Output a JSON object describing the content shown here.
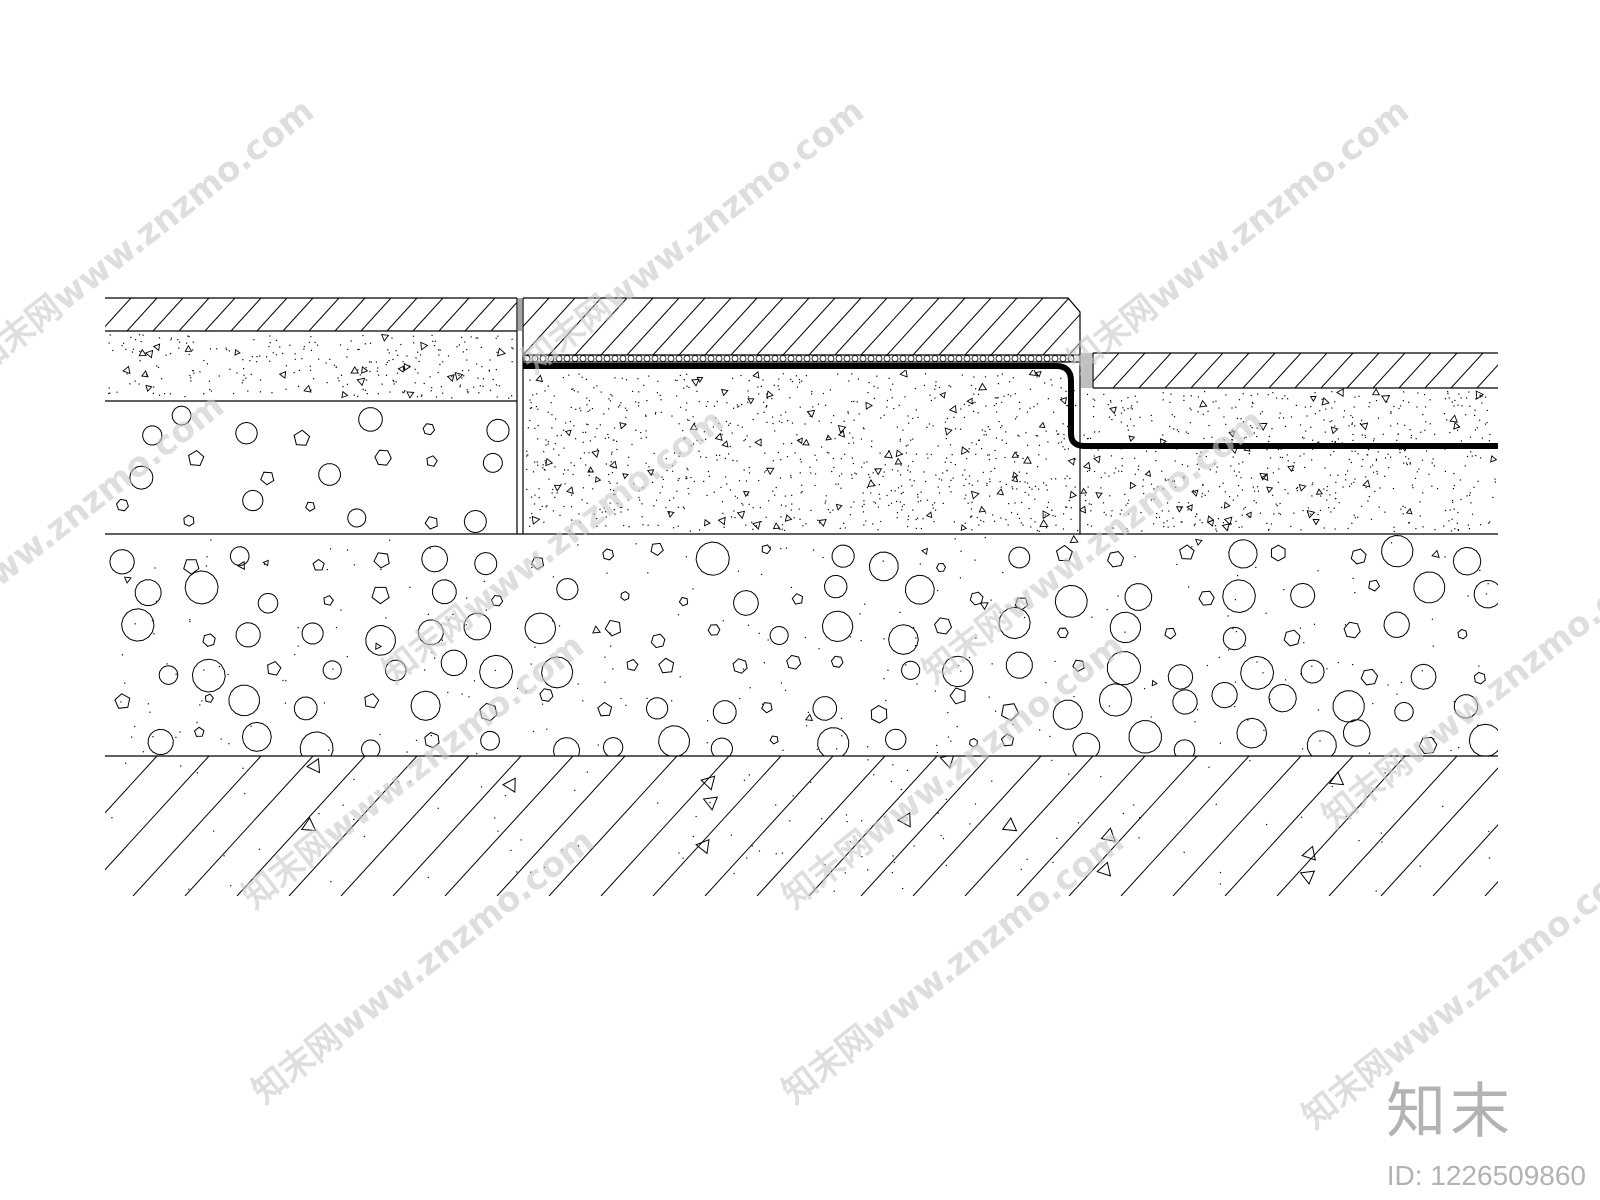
{
  "drawing": {
    "stroke_color": "#000000",
    "membrane_color": "#000000",
    "background": "#ffffff",
    "layers": [
      "finish-stone-hatched",
      "mortar-bed-dotted",
      "concrete-base-circles",
      "gravel-subbase-circles",
      "compacted-soil-hatched"
    ]
  },
  "watermarks": {
    "text": "知末网www.znzmo.com",
    "color": "#c8c8c8"
  },
  "brand": {
    "logo": "知末",
    "id_label": "ID: 1226509860"
  }
}
